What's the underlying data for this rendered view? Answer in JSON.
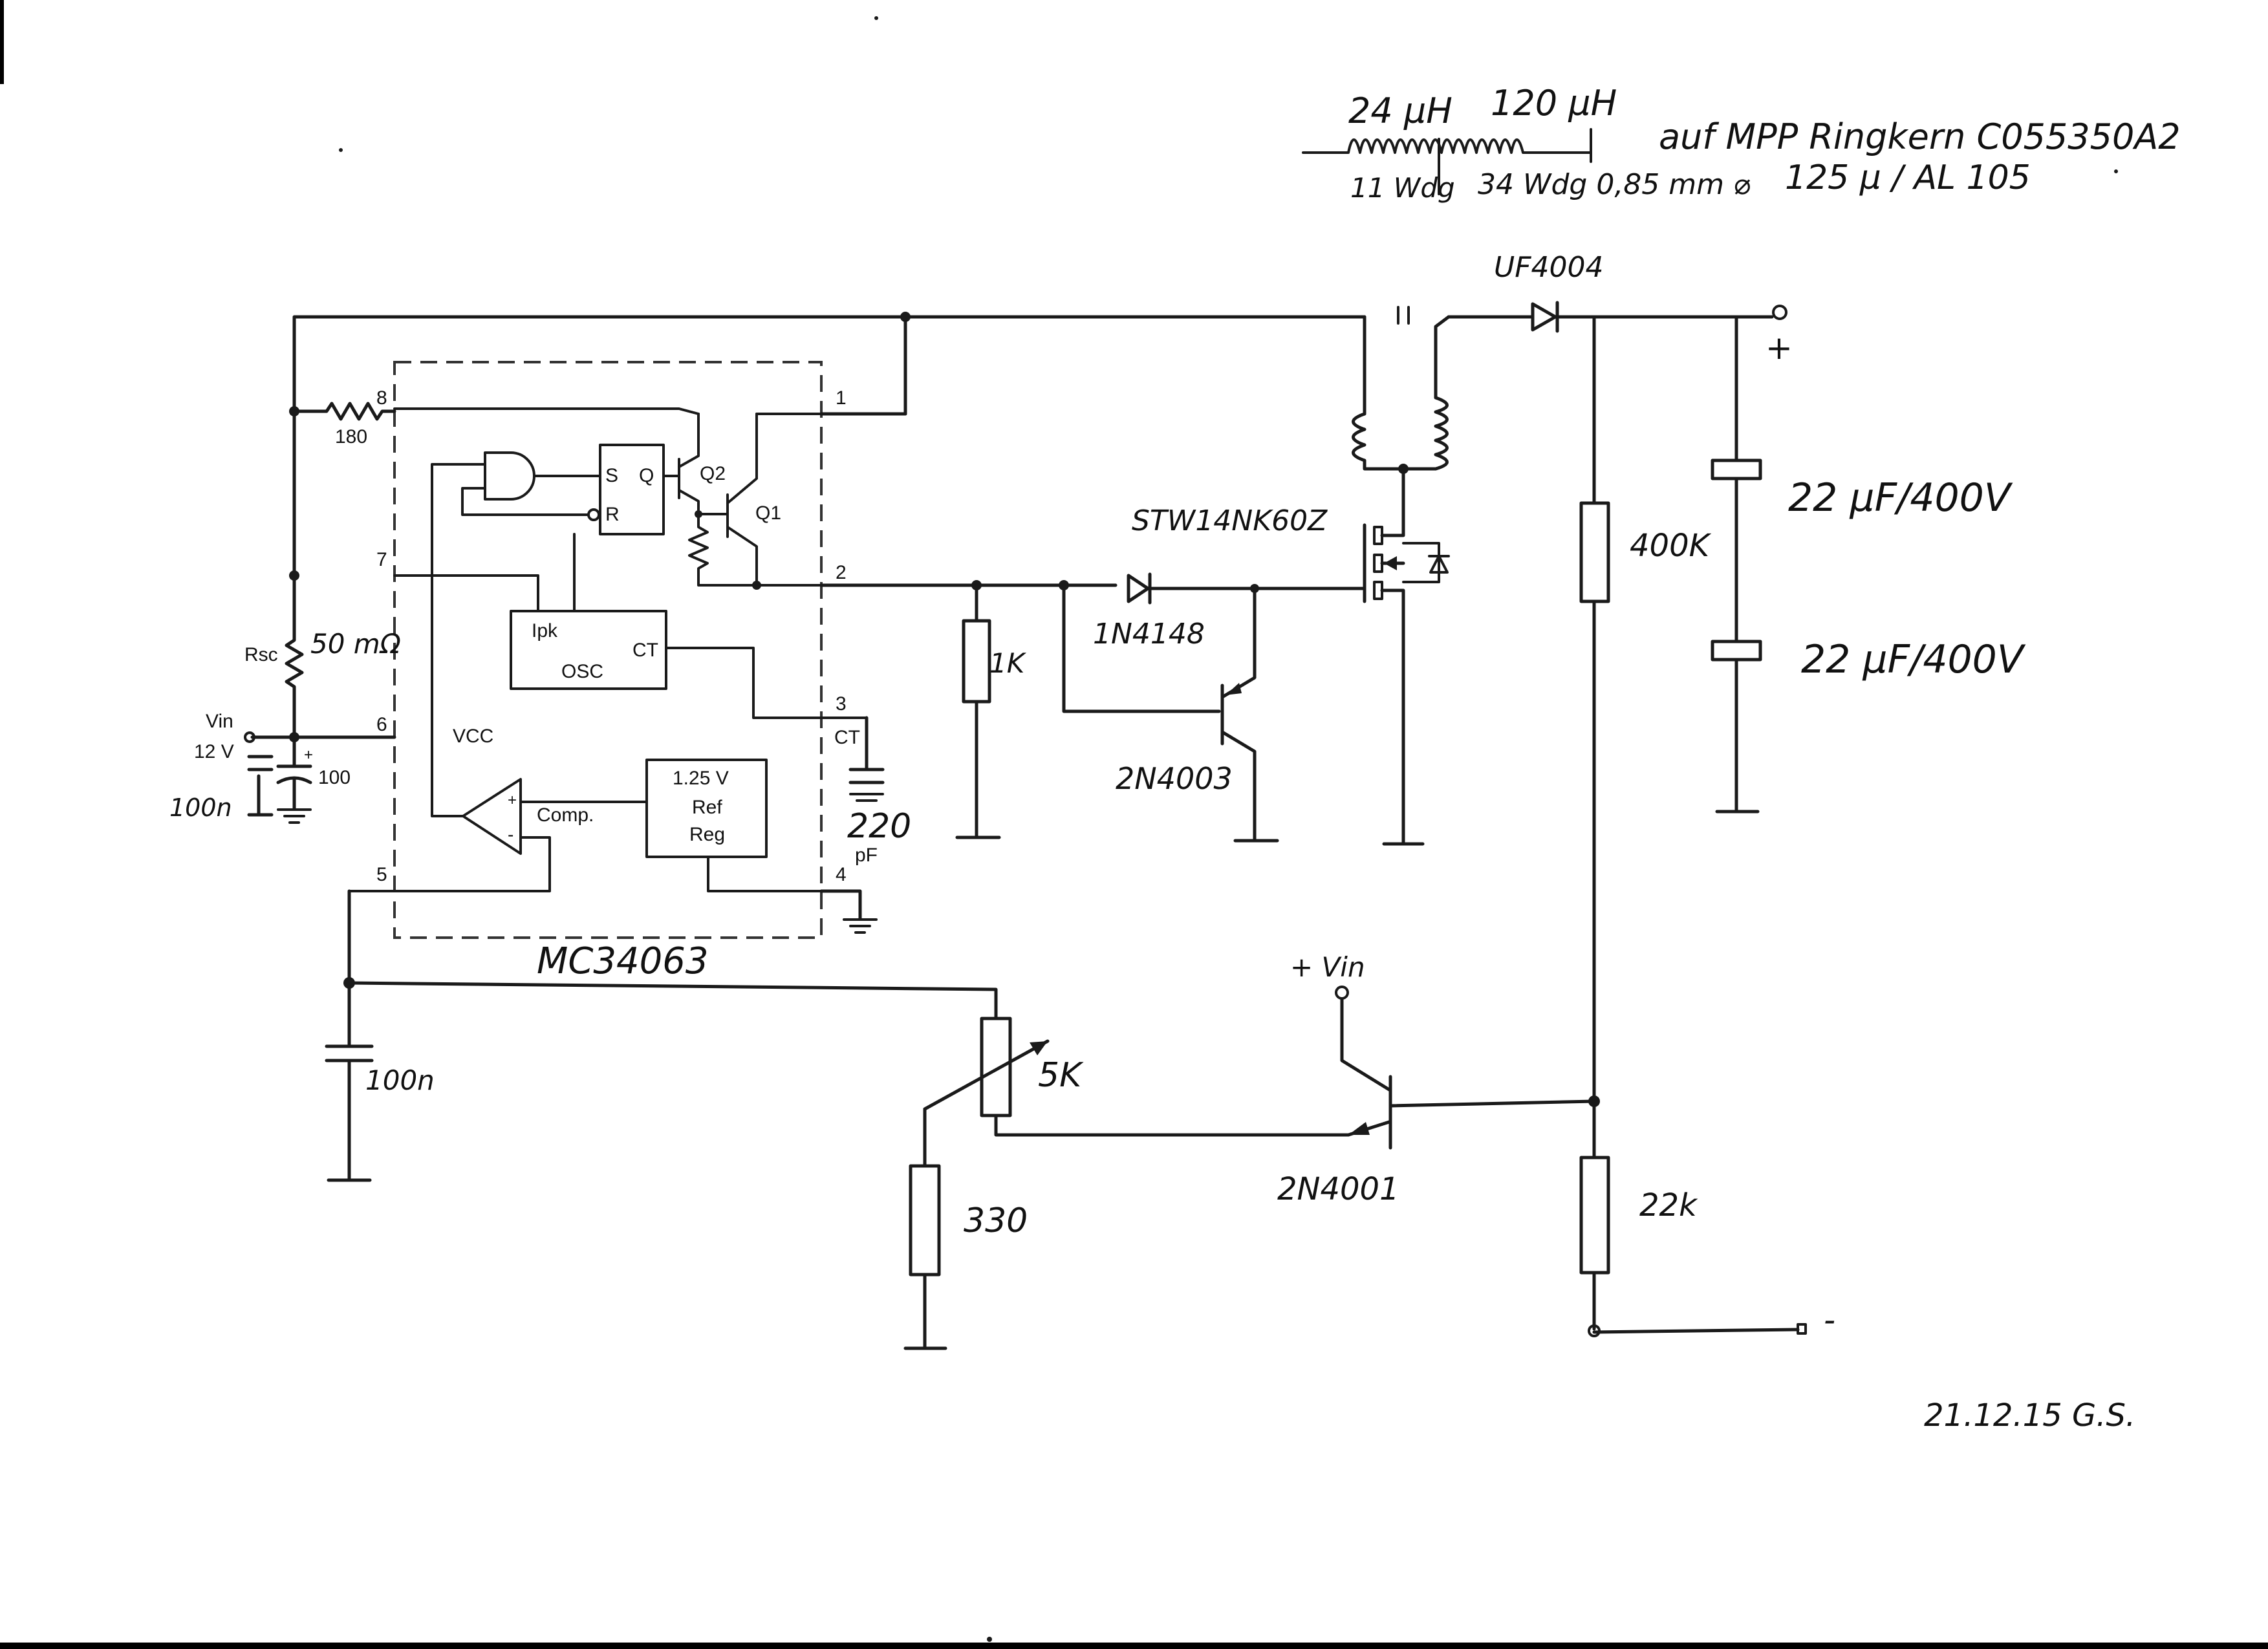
{
  "inductor": {
    "primary_inductance": "24 µH",
    "secondary_inductance": "120 µH",
    "primary_turns": "11 Wdg",
    "secondary_turns": "34 Wdg 0,85 mm ⌀",
    "core_text": "auf MPP Ringkern C055350A2",
    "core_spec": "125 µ / AL 105"
  },
  "ic": {
    "name": "MC34063",
    "pins": [
      "1",
      "2",
      "3",
      "4",
      "5",
      "6",
      "7",
      "8"
    ],
    "blocks": {
      "set": "S",
      "q": "Q",
      "reset": "R",
      "q2": "Q2",
      "q1": "Q1",
      "ipk": "Ipk",
      "osc": "OSC",
      "ct": "CT",
      "vcc": "VCC",
      "comp": "Comp.",
      "ref_voltage": "1.25 V",
      "ref_label": "Ref",
      "reg_label": "Reg",
      "plus": "+",
      "minus": "-"
    }
  },
  "components": {
    "r_pin8": "180",
    "rsc": "Rsc",
    "rsc_value": "50 mΩ",
    "vin_label": "Vin",
    "vin_value": "12 V",
    "c_in_small": "100n",
    "c_in_bulk": "100",
    "c_in_plus": "+",
    "ct_label": "CT",
    "ct_value": "220",
    "ct_unit": "pF",
    "r_gate": "1K",
    "diode_gate": "1N4148",
    "q_discharge": "2N4003",
    "mosfet": "STW14NK60Z",
    "diode_out": "UF4004",
    "out_plus": "+",
    "out_minus": "-",
    "cap_out_top": "22 µF/400V",
    "cap_out_bottom": "22 µF/400V",
    "r_top": "400K",
    "r_bottom": "22k",
    "c_pin5": "100n",
    "pot": "5K",
    "r_330": "330",
    "vin_plus": "+ Vin",
    "q_fb": "2N4001"
  },
  "footer": {
    "date_signature": "21.12.15 G.S."
  }
}
